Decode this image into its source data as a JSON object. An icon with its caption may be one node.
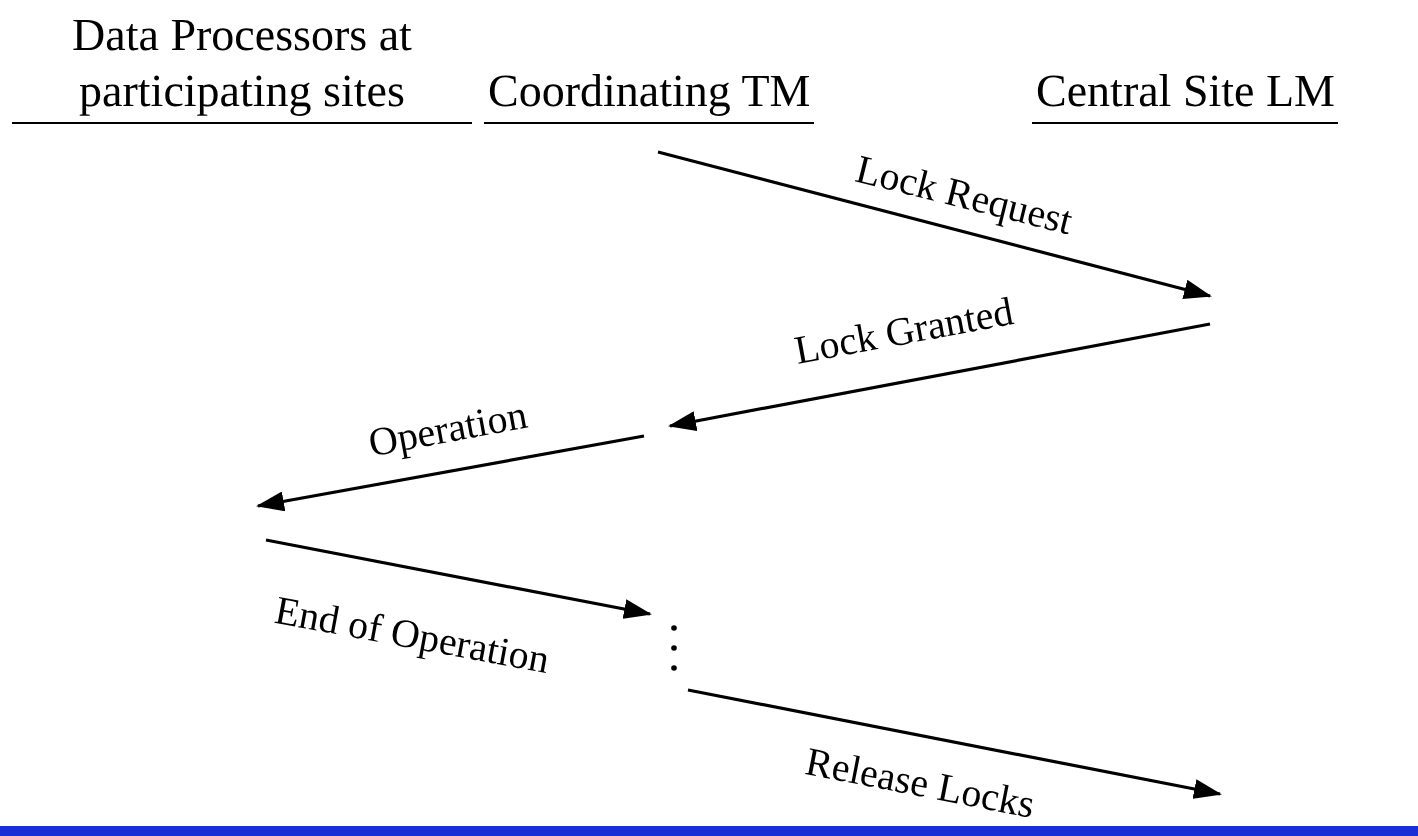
{
  "diagram": {
    "nodes": [
      {
        "text": [
          "Data Processors at participating sites"
        ]
      },
      {
        "text": [
          "Coordinating TM"
        ]
      },
      {
        "text": [
          "Central Site LM"
        ]
      }
    ],
    "labels": [
      "Lock Request",
      "Lock Granted",
      "Operation",
      "End of Operation",
      "Release Locks"
    ]
  }
}
